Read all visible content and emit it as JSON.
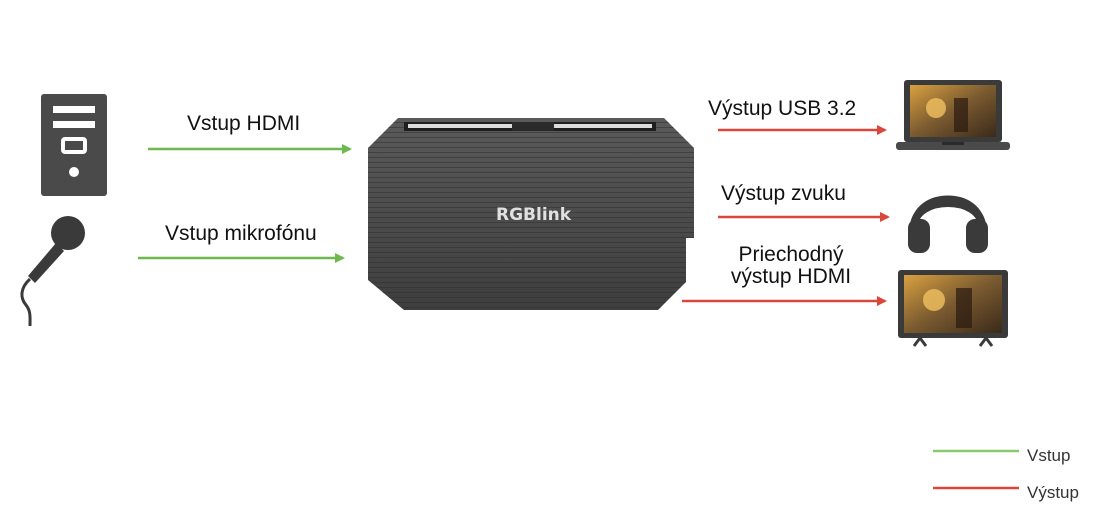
{
  "colors": {
    "input": "#6db84f",
    "output": "#d9473a",
    "device": "#4a4a4a",
    "icon": "#3a3a3a"
  },
  "device": {
    "logo": "RGBlink"
  },
  "inputs": [
    {
      "label": "Vstup HDMI",
      "icon": "desktop-tower-icon"
    },
    {
      "label": "Vstup mikrofónu",
      "icon": "microphone-icon"
    }
  ],
  "outputs": [
    {
      "label": "Výstup USB 3.2",
      "icon": "laptop-icon"
    },
    {
      "label": "Výstup zvuku",
      "icon": "headphones-icon"
    },
    {
      "label_line1": "Priechodný",
      "label_line2": "výstup HDMI",
      "icon": "tv-monitor-icon"
    }
  ],
  "legend": {
    "input": "Vstup",
    "output": "Výstup"
  }
}
